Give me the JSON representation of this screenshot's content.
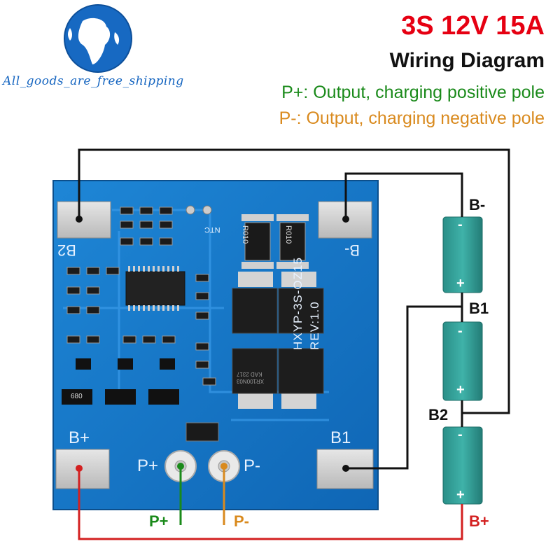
{
  "logo": {
    "caption": "All_goods_are_free_shipping",
    "icon": "globe-icon"
  },
  "header": {
    "title": "3S 12V 15A",
    "subtitle": "Wiring Diagram",
    "legend_positive": "P+: Output, charging positive pole",
    "legend_negative": "P-: Output, charging negative pole"
  },
  "board": {
    "label_b2": "B2",
    "label_bminus": "B-",
    "label_bplus": "B+",
    "label_b1": "B1",
    "label_pplus": "P+",
    "label_pminus": "P-",
    "model": "HXYP-3S-OZ15",
    "revision": "REV:1.0",
    "ntc": "NTC",
    "resistor_code": "R010",
    "resistor_code_2": "R010",
    "mosfet_part": "XR100N03",
    "mosfet_date": "KAD 2317",
    "small_res": "680"
  },
  "batteries": {
    "cell_minus": "-",
    "cell_plus": "+",
    "label_bminus": "B-",
    "label_b1": "B1",
    "label_b2": "B2",
    "label_bplus": "B+"
  },
  "outputs": {
    "pplus": "P+",
    "pminus": "P-"
  },
  "colors": {
    "title": "#e60012",
    "positive": "#1a8a1a",
    "negative": "#d98a1e",
    "wire_black": "#111111",
    "wire_red": "#d32020",
    "pcb": "#1577c9",
    "battery": "#2d9a93"
  }
}
